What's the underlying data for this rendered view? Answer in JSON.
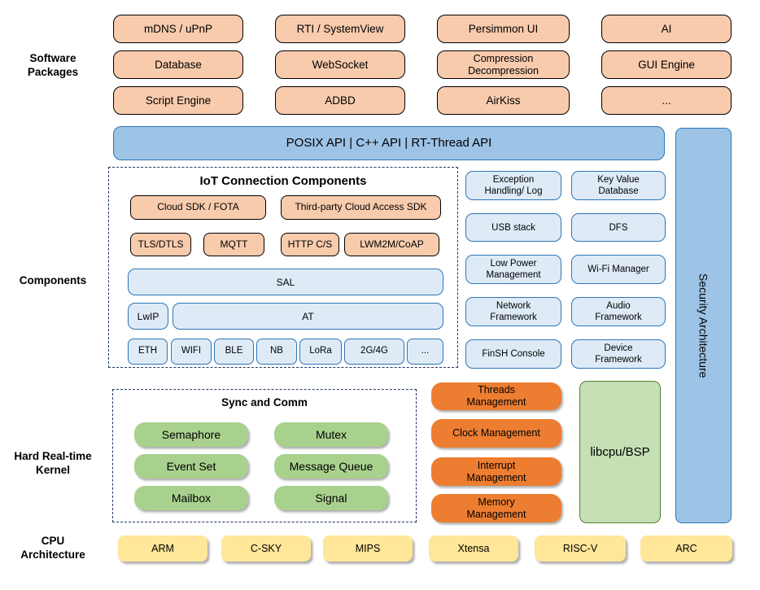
{
  "sections": {
    "software_packages": "Software\nPackages",
    "components": "Components",
    "kernel": "Hard Real-time\nKernel",
    "cpu_architecture": "CPU\nArchitecture"
  },
  "software_packages": {
    "items": [
      "mDNS / uPnP",
      "RTI / SystemView",
      "Persimmon UI",
      "AI",
      "Database",
      "WebSocket",
      "Compression\nDecompression",
      "GUI Engine",
      "Script Engine",
      "ADBD",
      "AirKiss",
      "..."
    ]
  },
  "api_bar": {
    "label": "POSIX API  |  C++ API  |  RT-Thread API"
  },
  "security_bar": {
    "label": "Security Architecture"
  },
  "iot_components": {
    "title": "IoT Connection Components",
    "cloud_row": [
      "Cloud SDK / FOTA",
      "Third-party Cloud Access SDK"
    ],
    "protocol_row": [
      "TLS/DTLS",
      "MQTT",
      "HTTP C/S",
      "LWM2M/CoAP"
    ],
    "sal": "SAL",
    "lwip": "LwIP",
    "at": "AT",
    "links": [
      "ETH",
      "WIFI",
      "BLE",
      "NB",
      "LoRa",
      "2G/4G",
      "..."
    ]
  },
  "service_components": {
    "items": [
      "Exception\nHandling/ Log",
      "Key Value\nDatabase",
      "USB stack",
      "DFS",
      "Low Power\nManagement",
      "Wi-Fi Manager",
      "Network\nFramework",
      "Audio\nFramework",
      "FinSH Console",
      "Device\nFramework"
    ]
  },
  "kernel": {
    "sync_comm_title": "Sync and Comm",
    "sync_comm_items": [
      "Semaphore",
      "Mutex",
      "Event Set",
      "Message Queue",
      "Mailbox",
      "Signal"
    ],
    "management_items": [
      "Threads\nManagement",
      "Clock Management",
      "Interrupt\nManagement",
      "Memory\nManagement"
    ],
    "libcpu": "libcpu/BSP"
  },
  "cpu_architectures": [
    "ARM",
    "C-SKY",
    "MIPS",
    "Xtensa",
    "RISC-V",
    "ARC"
  ],
  "colors": {
    "peach_fill": "#F8CBAD",
    "blue_fill": "#9DC3E6",
    "blue_border": "#2E75B6",
    "lightblue_fill": "#DEEBF7",
    "green_fill": "#A9D18E",
    "orange_fill": "#ED7D31",
    "libcpu_fill": "#C5E0B4",
    "libcpu_border": "#538135",
    "yellow_fill": "#FFE699",
    "dash_border": "#1F3864"
  }
}
